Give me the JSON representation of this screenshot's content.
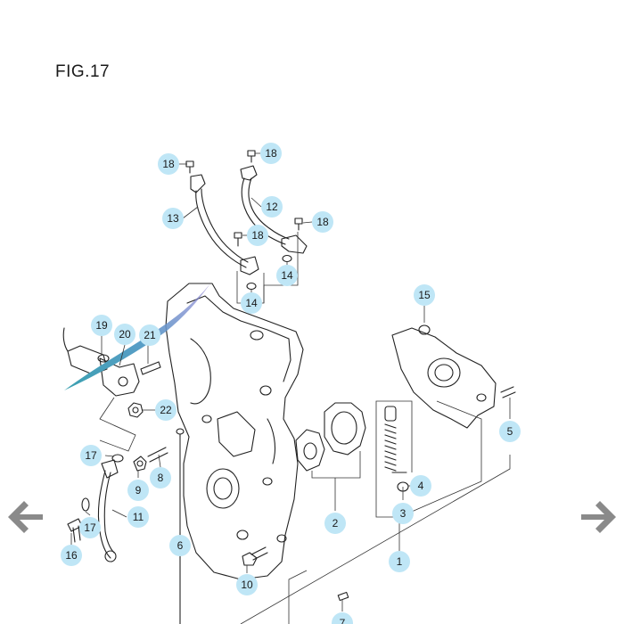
{
  "figure": {
    "title": "FIG.17",
    "callout_color": "#bfe6f6",
    "callouts": [
      "18",
      "18",
      "13",
      "12",
      "18",
      "18",
      "14",
      "14",
      "15",
      "19",
      "20",
      "21",
      "22",
      "5",
      "17",
      "9",
      "8",
      "4",
      "3",
      "17",
      "11",
      "2",
      "16",
      "6",
      "10",
      "1",
      "7"
    ]
  },
  "navigation": {
    "prev_icon": "arrow-left-icon",
    "next_icon": "arrow-right-icon",
    "arrow_color": "#8a8a8a"
  }
}
